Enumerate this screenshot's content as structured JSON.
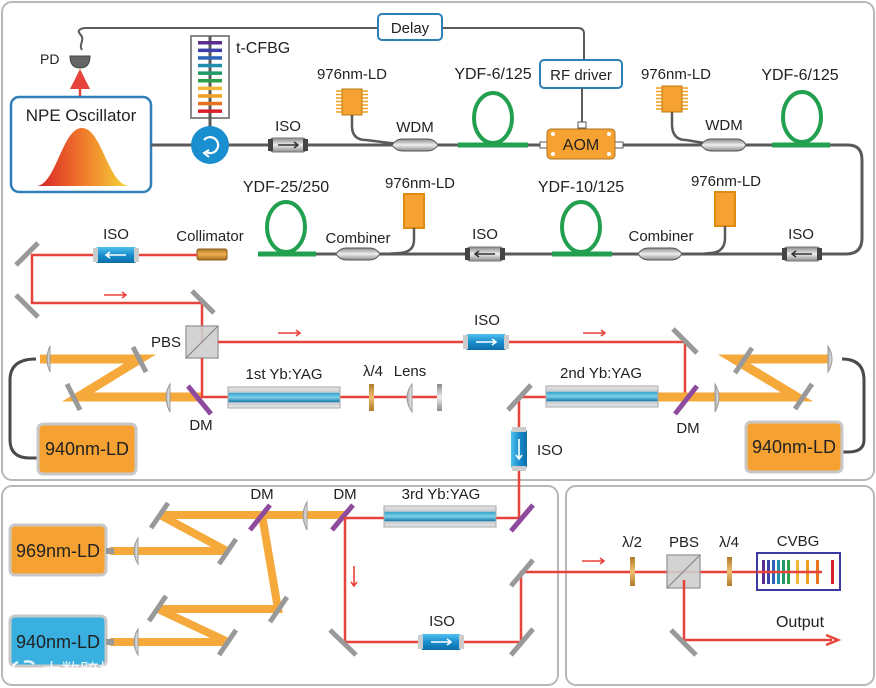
{
  "diagram": {
    "title": "Fiber-seeded multi-stage Yb:YAG amplifier with CVBG compressor",
    "colors": {
      "fiber": "#5a5a5a",
      "gain_fiber": "#22a050",
      "laser_beam": "#e8433a",
      "pump_beam": "#f5a93a",
      "ld_orange": "#f5a233",
      "ld_blue": "#3ab0e0",
      "oscillator_border": "#2f7fb8",
      "circulator": "#1a8fcf",
      "dm": "#8e4b9e",
      "panel_border": "#b8b8b8"
    },
    "fiber_section": {
      "oscillator": {
        "label": "NPE Oscillator"
      },
      "pd": {
        "label": "PD"
      },
      "tcfbg": {
        "label": "t-CFBG"
      },
      "circulator": {
        "icon": "circulator-icon"
      },
      "delay": {
        "label": "Delay"
      },
      "rf_driver": {
        "label": "RF driver"
      },
      "aom": {
        "label": "AOM"
      },
      "iso_top": {
        "label": "ISO"
      },
      "ld1": {
        "label": "976nm-LD"
      },
      "wdm1": {
        "label": "WDM"
      },
      "ydf1": {
        "label": "YDF-6/125"
      },
      "ld2": {
        "label": "976nm-LD"
      },
      "wdm2": {
        "label": "WDM"
      },
      "ydf2": {
        "label": "YDF-6/125"
      },
      "iso_right": {
        "label": "ISO"
      },
      "ld3": {
        "label": "976nm-LD"
      },
      "combiner_right": {
        "label": "Combiner"
      },
      "ydf3": {
        "label": "YDF-10/125"
      },
      "iso_mid": {
        "label": "ISO"
      },
      "ld4": {
        "label": "976nm-LD"
      },
      "combiner_left": {
        "label": "Combiner"
      },
      "ydf4": {
        "label": "YDF-25/250"
      },
      "collimator": {
        "label": "Collimator"
      },
      "iso_free": {
        "label": "ISO"
      }
    },
    "amp_section": {
      "pbs": {
        "label": "PBS"
      },
      "iso_top": {
        "label": "ISO"
      },
      "yag1": {
        "label": "1st Yb:YAG"
      },
      "qwp": {
        "label": "λ/4"
      },
      "lens": {
        "label": "Lens"
      },
      "dm1": {
        "label": "DM"
      },
      "ld_left": {
        "label": "940nm-LD"
      },
      "yag2": {
        "label": "2nd Yb:YAG"
      },
      "dm2": {
        "label": "DM"
      },
      "ld_right": {
        "label": "940nm-LD"
      },
      "iso_down": {
        "label": "ISO"
      }
    },
    "third_section": {
      "ld969": {
        "label": "969nm-LD"
      },
      "ld940": {
        "label": "940nm-LD"
      },
      "dm_a": {
        "label": "DM"
      },
      "dm_b": {
        "label": "DM"
      },
      "yag3": {
        "label": "3rd Yb:YAG"
      },
      "iso": {
        "label": "ISO"
      }
    },
    "compressor_section": {
      "hwp": {
        "label": "λ/2"
      },
      "pbs": {
        "label": "PBS"
      },
      "qwp": {
        "label": "λ/4"
      },
      "cvbg": {
        "label": "CVBG"
      },
      "output": {
        "label": "Output"
      }
    },
    "grating_colors": [
      "#5b2d90",
      "#3d3fa8",
      "#2b64b8",
      "#1f8fb0",
      "#1f9a6a",
      "#2ea04a",
      "#f2b63a",
      "#f0a020",
      "#e8731e",
      "#d8202a"
    ],
    "watermark": {
      "text": "大数跨境",
      "logo": "watermark-logo-icon"
    }
  }
}
